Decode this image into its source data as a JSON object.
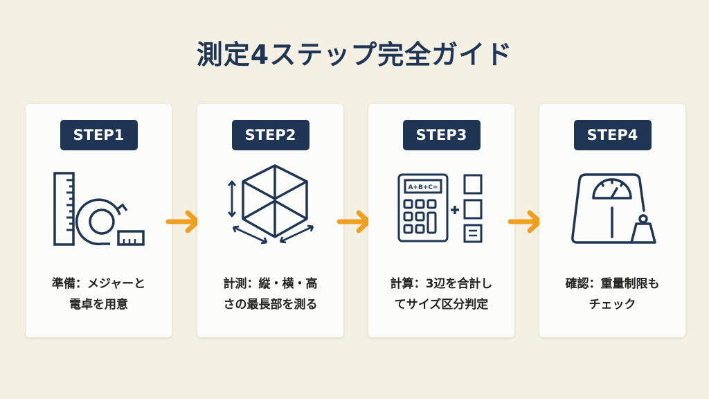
{
  "title": "測定4ステップ完全ガイド",
  "colors": {
    "navy": "#1e3553",
    "accent": "#f0a020",
    "background": "#f4f0e3"
  },
  "steps": [
    {
      "label": "STEP1",
      "icon": "ruler-tape-measure-icon",
      "lines": [
        "準備：メジャーと",
        "電卓を用意"
      ]
    },
    {
      "label": "STEP2",
      "icon": "cube-dimensions-icon",
      "lines": [
        "計測：縦・横・高",
        "さの最長部を測る"
      ]
    },
    {
      "label": "STEP3",
      "icon": "calculator-icon",
      "calc_display": "A+B+C=",
      "lines": [
        "計算：3辺を合計し",
        "てサイズ区分判定"
      ]
    },
    {
      "label": "STEP4",
      "icon": "scale-weight-icon",
      "lines": [
        "確認：重量制限も",
        "チェック"
      ]
    }
  ]
}
